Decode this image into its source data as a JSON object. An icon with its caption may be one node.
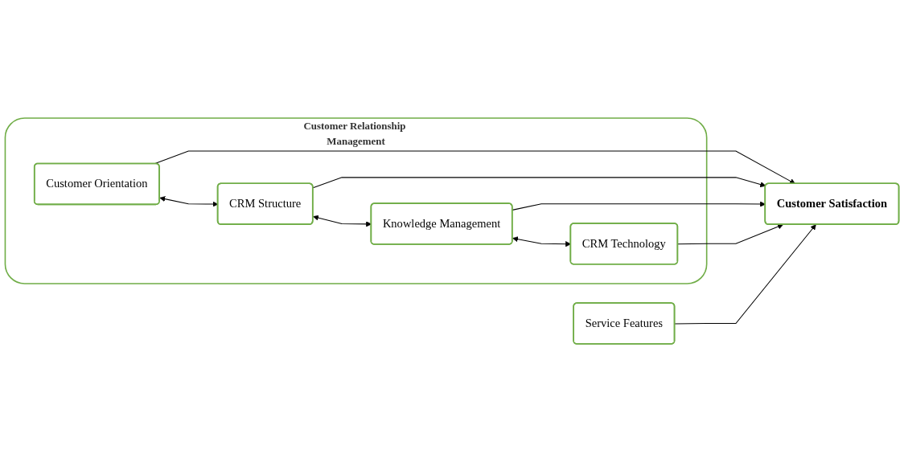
{
  "diagram": {
    "nodes": [
      {
        "text": [
          "Customer Relationship Management"
        ]
      },
      {
        "text": [
          "Customer Orientation"
        ],
        "in": 0
      },
      {
        "text": [
          "CRM Structure"
        ],
        "in": 0
      },
      {
        "text": [
          "Knowledge Management"
        ],
        "in": 0
      },
      {
        "text": [
          "CRM Technology"
        ],
        "in": 0
      },
      {
        "text": [
          "Customer Satisfaction"
        ]
      },
      {
        "text": [
          "Service Features"
        ]
      }
    ],
    "edges": [
      {
        "from": 1,
        "to": 2,
        "arrow": "both"
      },
      {
        "from": 2,
        "to": 3,
        "arrow": "both"
      },
      {
        "from": 3,
        "to": 4,
        "arrow": "both"
      },
      {
        "from": 1,
        "to": 5,
        "arrow": "to"
      },
      {
        "from": 2,
        "to": 5,
        "arrow": "to"
      },
      {
        "from": 3,
        "to": 5,
        "arrow": "to"
      },
      {
        "from": 4,
        "to": 5,
        "arrow": "to"
      },
      {
        "from": 6,
        "to": 5,
        "arrow": "to"
      }
    ]
  }
}
